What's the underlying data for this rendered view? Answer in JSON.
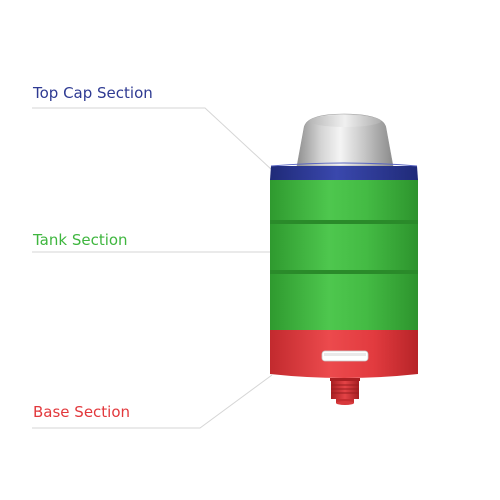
{
  "labels": {
    "top_cap": "Top Cap Section",
    "tank": "Tank Section",
    "base": "Base Section"
  },
  "colors": {
    "top_cap": "#2e3a92",
    "tank": "#3fb63f",
    "base": "#e2383c",
    "drip_tip": "#c8c8c8",
    "leader_line": "#d6d6d6"
  }
}
